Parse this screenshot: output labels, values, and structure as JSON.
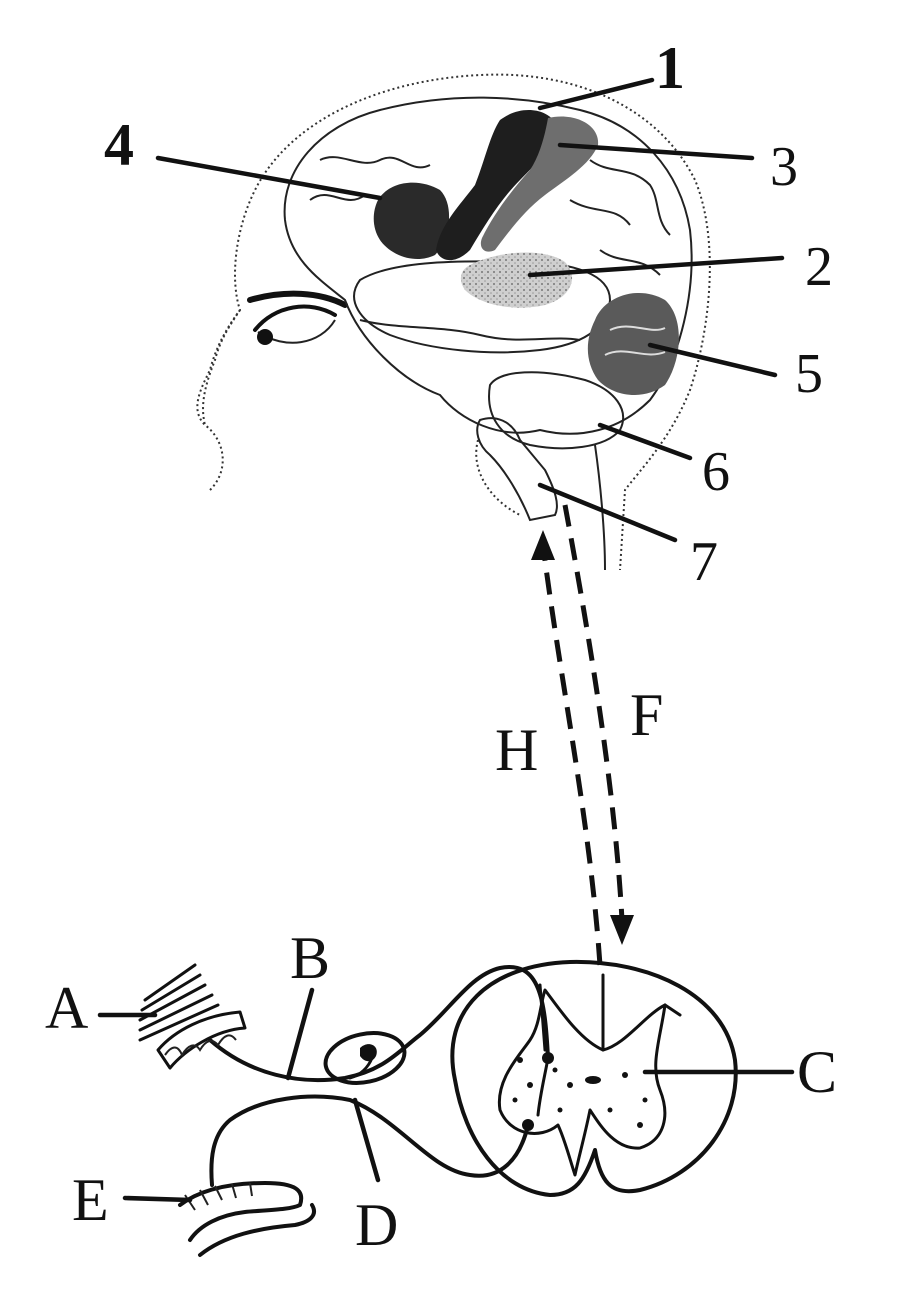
{
  "labels": {
    "n1": "1",
    "n2": "2",
    "n3": "3",
    "n4": "4",
    "n5": "5",
    "n6": "6",
    "n7": "7",
    "A": "A",
    "B": "B",
    "C": "C",
    "D": "D",
    "E": "E",
    "F": "F",
    "H": "H"
  },
  "colors": {
    "ink": "#111111",
    "dark_region": "#2a2a2a",
    "mid_region": "#6e6e6e",
    "light_region": "#b8b8b8",
    "background": "#ffffff"
  }
}
